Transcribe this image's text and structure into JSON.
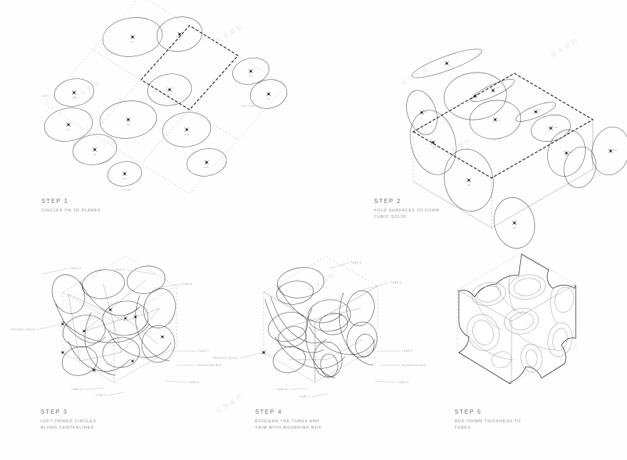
{
  "sheet": {
    "background": "#ffffff",
    "ink": "#2e2e2e",
    "guide_color": "#bdbdbd",
    "highlight_color": "#111111"
  },
  "steps": [
    {
      "id": "step-1",
      "number": "STEP 1",
      "description": "CIRCLES ON 2D PLANES",
      "plane_labels": [
        "LEFT",
        "FRONT",
        "BOTTOM"
      ],
      "circle_labels": [
        "C1",
        "C2",
        "C3",
        "C4",
        "C5",
        "C6",
        "C7",
        "C8",
        "C9",
        "C10",
        "C11",
        "C12"
      ]
    },
    {
      "id": "step-2",
      "number": "STEP 2",
      "description": "FOLD SURFACES TO FORM\nCUBIC SOLID",
      "plane_labels": [],
      "circle_labels": [
        "C1",
        "C2",
        "C3",
        "C4",
        "C5",
        "C6",
        "C7",
        "C8",
        "C9",
        "C10",
        "C11",
        "C12"
      ]
    },
    {
      "id": "step-3",
      "number": "STEP 3",
      "description": "LOFT PAIRED CIRCLES\nALONG CENTERLINES",
      "annotations": [
        "TUBE G",
        "TUBE E",
        "TUBE A",
        "TUBE F",
        "BOUNDING BOX",
        "TUBE D",
        "TUBE B",
        "TUBE C",
        "PROJECT SOLID"
      ]
    },
    {
      "id": "step-4",
      "number": "STEP 4",
      "description": "BOOLEAN THE TUBES AND\nTRIM WITH BOUNDING BOX",
      "annotations": [
        "TUBE E",
        "TUBE A",
        "TUBE F",
        "BOUNDING BOX",
        "TUBE D",
        "TUBE B",
        "TUBE C",
        "PROJECT SOLID"
      ]
    },
    {
      "id": "step-5",
      "number": "STEP 5",
      "description": "ADD 200MM THICKNESS TO\nTUBES",
      "annotations": []
    }
  ],
  "watermark": {
    "text": "知末案例",
    "count": 9
  }
}
